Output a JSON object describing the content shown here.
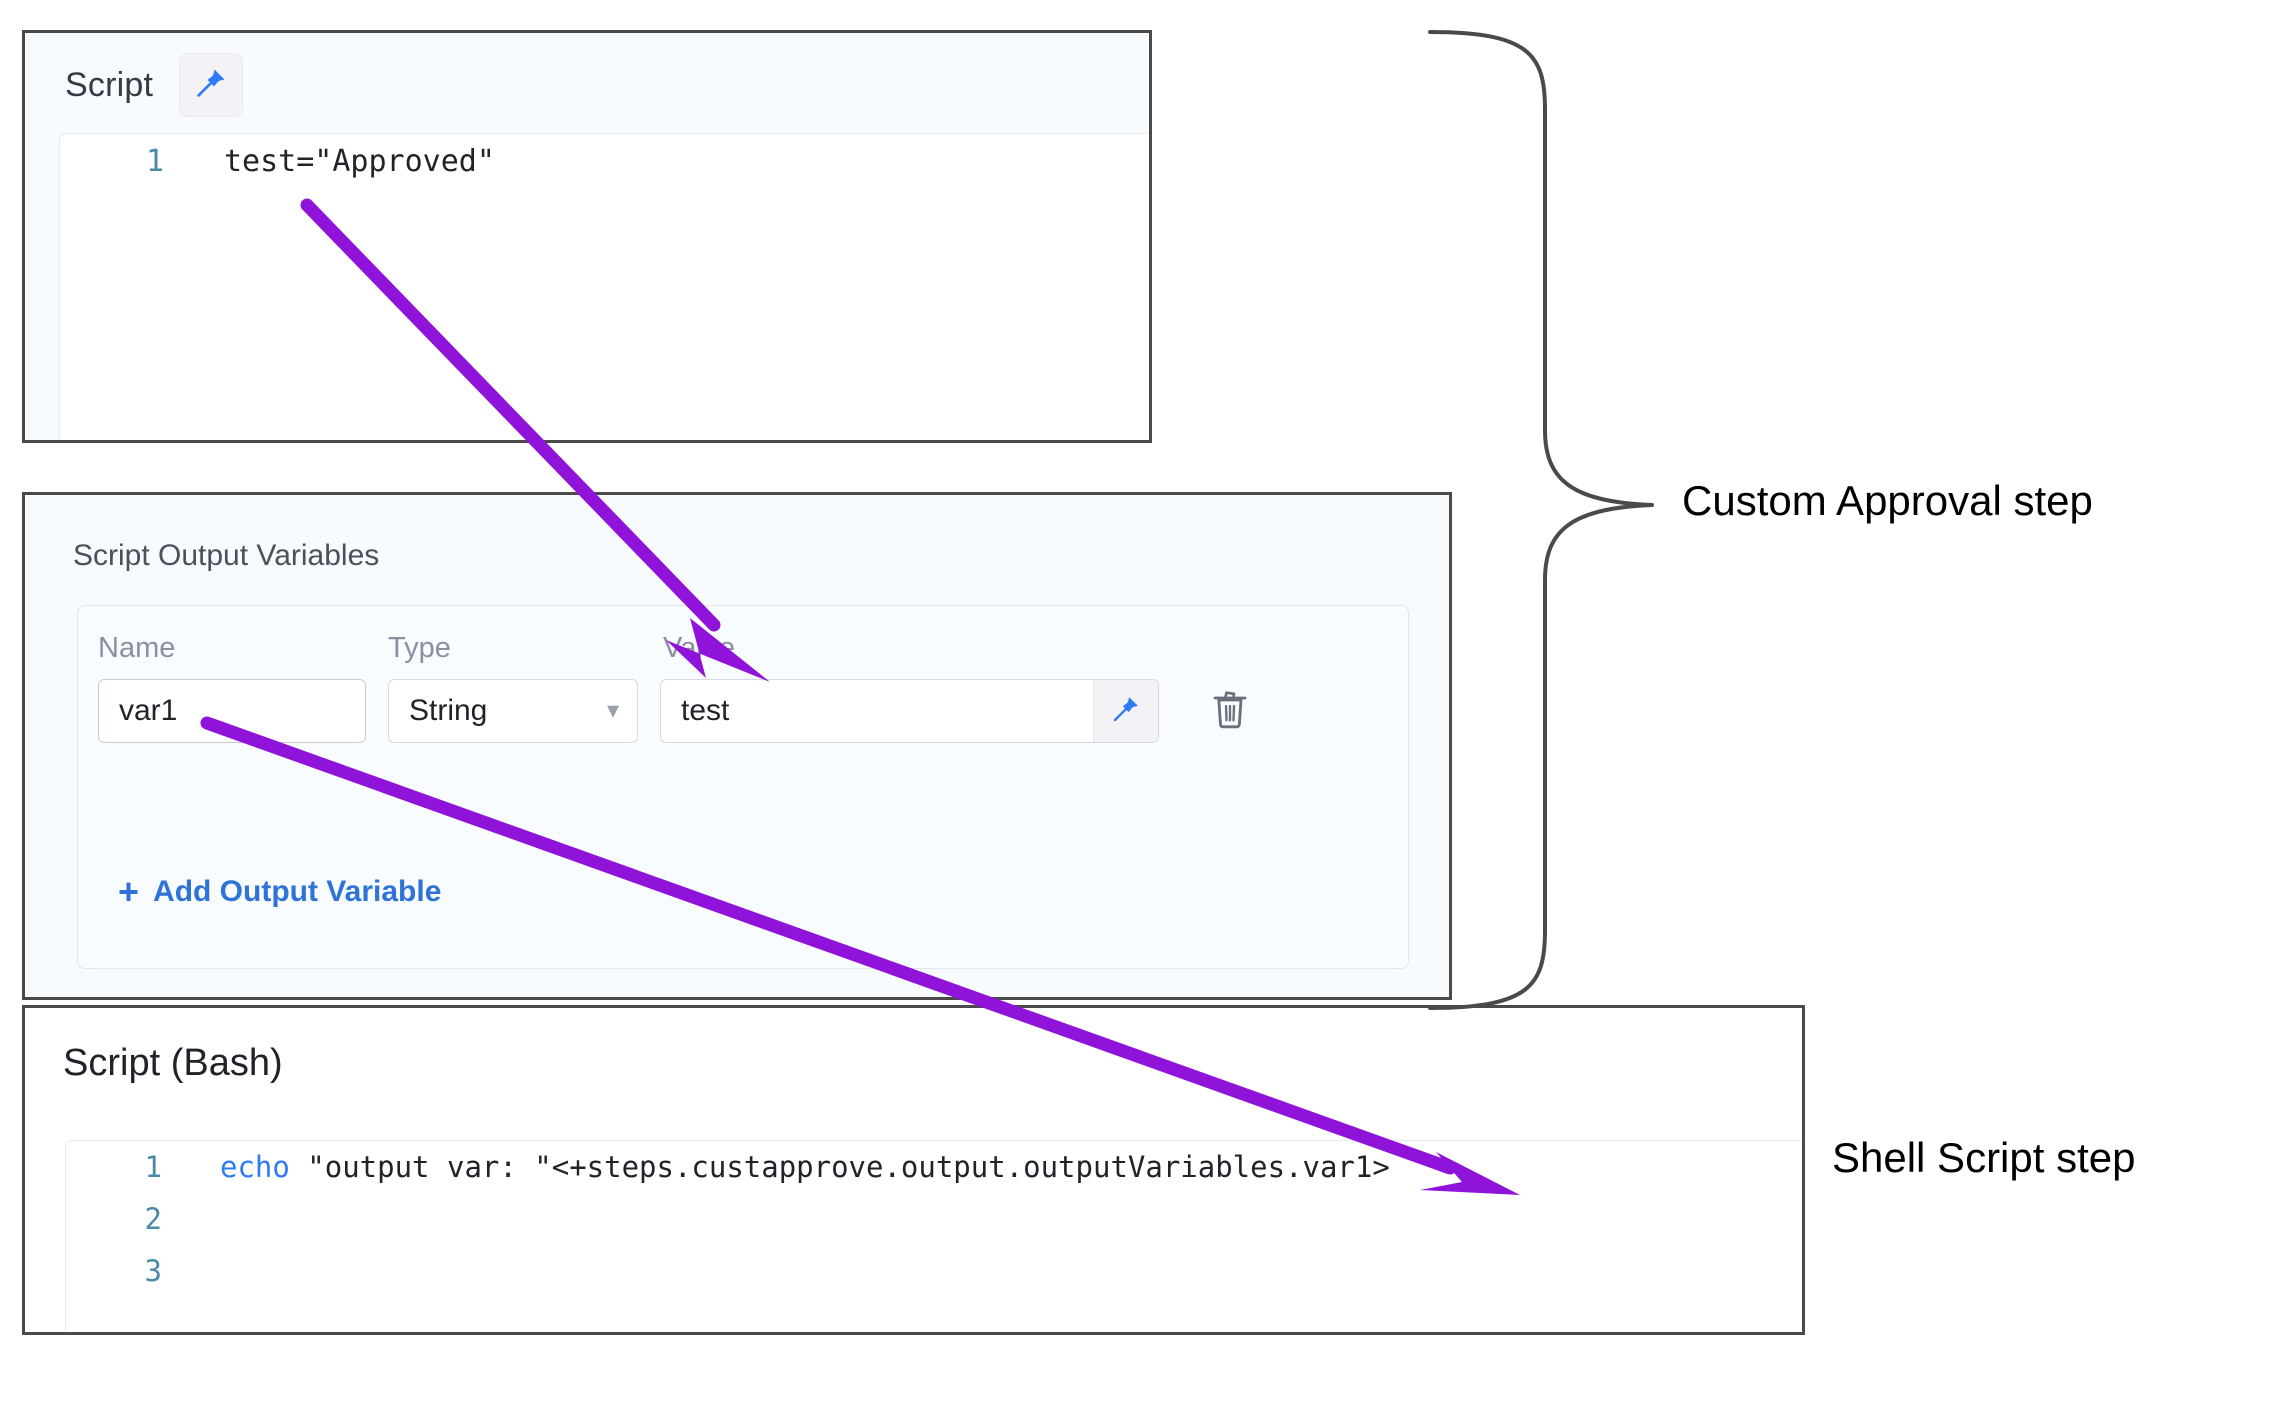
{
  "script_panel": {
    "title": "Script",
    "pin_icon": "pin-icon",
    "code": {
      "lines": [
        {
          "number": "1",
          "text": "test=\"Approved\""
        }
      ]
    }
  },
  "output_variables_panel": {
    "title": "Script Output Variables",
    "columns": [
      "Name",
      "Type",
      "Value"
    ],
    "rows": [
      {
        "name": "var1",
        "type": "String",
        "type_chevron": "chevron-down-icon",
        "value": "test",
        "value_pin_icon": "pin-icon",
        "delete_icon": "trash-icon"
      }
    ],
    "add_label": "Add Output Variable",
    "add_plus": "+"
  },
  "bash_panel": {
    "title": "Script (Bash)",
    "code": {
      "lines": [
        {
          "number": "1",
          "keyword": "echo",
          "rest": " \"output var: \"<+steps.custapprove.output.outputVariables.var1>"
        },
        {
          "number": "2",
          "keyword": "",
          "rest": ""
        },
        {
          "number": "3",
          "keyword": "",
          "rest": ""
        }
      ]
    }
  },
  "annotations": {
    "brace_label": "Custom Approval step",
    "shell_label": "Shell Script step",
    "arrow_color": "#9013d9",
    "brace_color": "#4a4a4a"
  }
}
